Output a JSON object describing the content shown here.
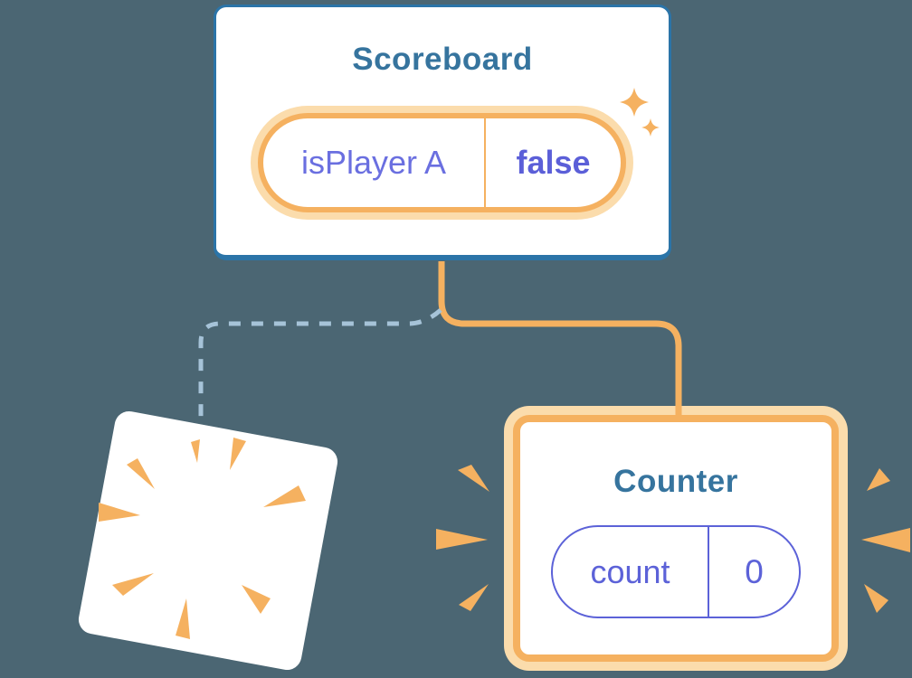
{
  "scoreboard": {
    "title": "Scoreboard",
    "state": {
      "name": "isPlayer A",
      "value": "false"
    }
  },
  "counter": {
    "title": "Counter",
    "state": {
      "name": "count",
      "value": "0"
    }
  },
  "icons": {
    "sparkles": "sparkles-icon",
    "poof": "poof-burst-icon",
    "emphasis": "emphasis-burst-icon"
  },
  "colors": {
    "background": "#4B6673",
    "card_white": "#FFFFFF",
    "card_border_blue": "#2B74A8",
    "title_blue": "#36749E",
    "accent_orange": "#F5B160",
    "accent_orange_light": "#FBDCAC",
    "state_purple": "#6A6FE0",
    "state_value_purple": "#5B5FD8",
    "counter_pill_purple": "#5C62D8",
    "dashed_blue": "#A6C3D8"
  }
}
